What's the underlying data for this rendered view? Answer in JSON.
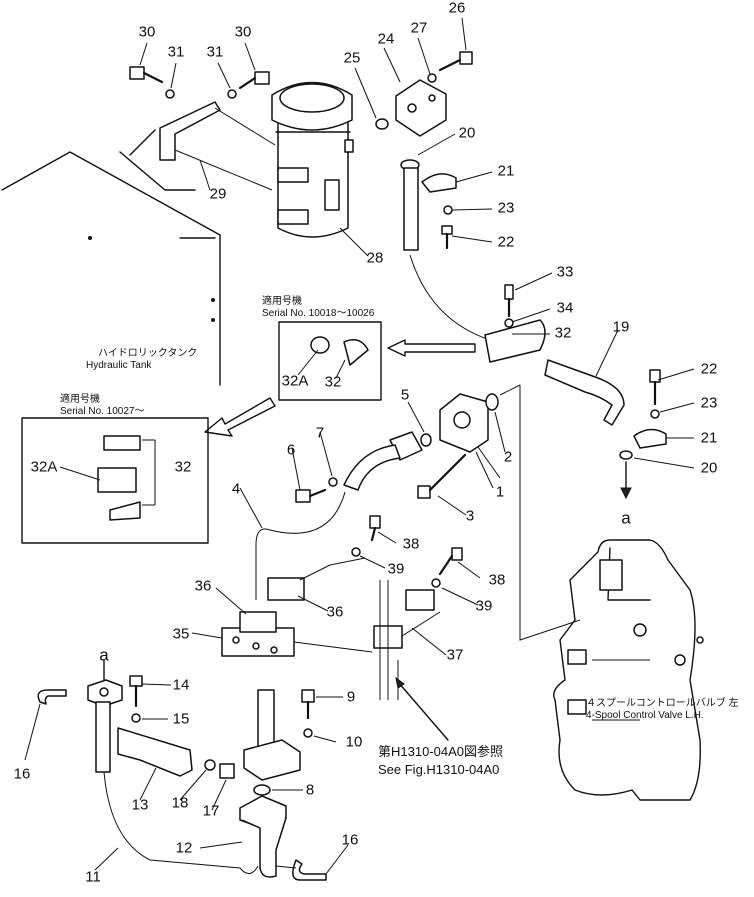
{
  "labels": {
    "hydraulic_tank_jp": "ハイドロリックタンク",
    "hydraulic_tank_en": "Hydraulic Tank",
    "serial_box1_jp": "適用号機",
    "serial_box1_en": "Serial No. 10018～10026",
    "serial_box2_jp": "適用号機",
    "serial_box2_en": "Serial No. 10027～",
    "valve_jp": "４スプールコントロールバルブ 左",
    "valve_en": "4-Spool Control Valve L.H.",
    "see_fig_jp": "第H1310-04A0図参照",
    "see_fig_en": "See Fig.H1310-04A0",
    "arrow_a_top": "a",
    "arrow_a_bottom": "a"
  },
  "part_numbers": [
    "30",
    "31",
    "31",
    "30",
    "25",
    "24",
    "27",
    "26",
    "20",
    "21",
    "23",
    "22",
    "29",
    "28",
    "33",
    "34",
    "32",
    "19",
    "22",
    "23",
    "21",
    "20",
    "32A",
    "32",
    "32A",
    "32",
    "5",
    "2",
    "1",
    "7",
    "6",
    "4",
    "3",
    "38",
    "39",
    "38",
    "39",
    "36",
    "36",
    "35",
    "37",
    "14",
    "15",
    "9",
    "10",
    "16",
    "18",
    "17",
    "13",
    "8",
    "12",
    "16",
    "11"
  ]
}
